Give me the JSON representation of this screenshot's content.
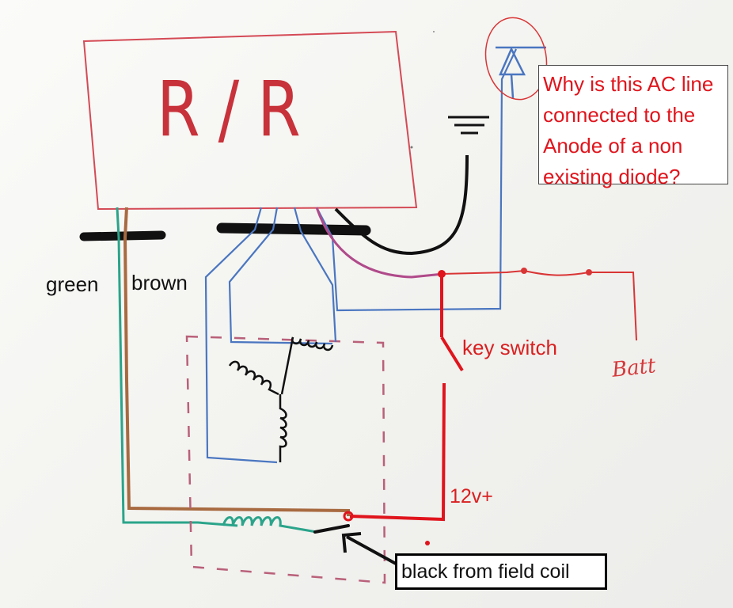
{
  "diagram": {
    "module_label": "R/R",
    "wire_labels": {
      "green": "green",
      "brown": "brown",
      "key_switch": "key switch",
      "voltage": "12v+",
      "battery": "Batt"
    },
    "question": "Why is this AC line\nconnected to the\nAnode of a non\nexisting diode?",
    "field_coil_label": "black from field coil",
    "colors": {
      "regulator_red": "#d44a55",
      "wire_blue": "#4a76c0",
      "wire_red": "#e0141c",
      "wire_green": "#2aa48a",
      "wire_brown": "#a86a40",
      "stator_box": "#b9607a",
      "magenta": "#b04a8a"
    },
    "icons": {
      "ground": "ground-icon",
      "diode": "diode-icon",
      "pointer": "arrow-icon"
    }
  }
}
